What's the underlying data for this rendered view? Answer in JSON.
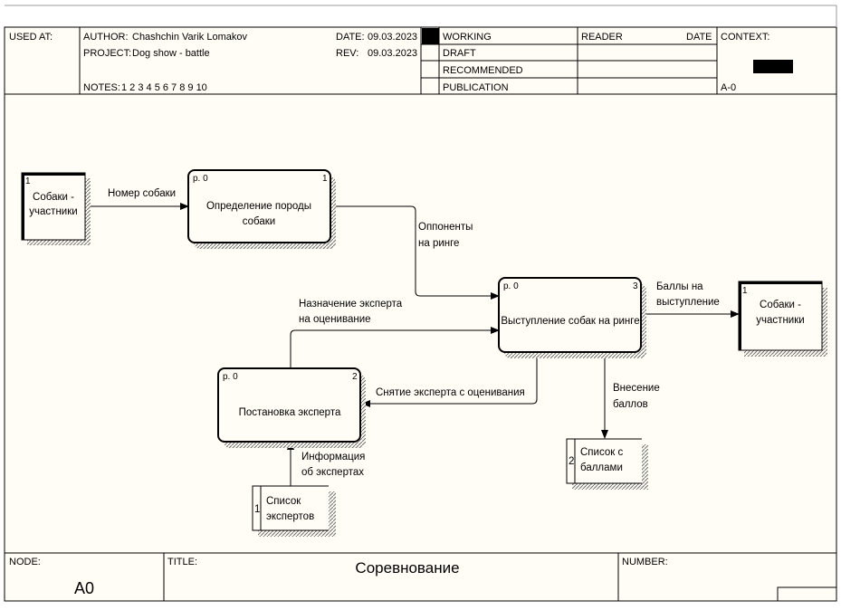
{
  "header": {
    "used_at_label": "USED AT:",
    "author_label": "AUTHOR:",
    "author_value": "Chashchin Varik Lomakov",
    "project_label": "PROJECT:",
    "project_value": "Dog show - battle",
    "notes_label": "NOTES:",
    "notes_value": "1  2  3  4  5  6  7  8  9  10",
    "date_label": "DATE:",
    "date_value": "09.03.2023",
    "rev_label": "REV:",
    "rev_value": "09.03.2023",
    "status": [
      "WORKING",
      "DRAFT",
      "RECOMMENDED",
      "PUBLICATION"
    ],
    "reader_label": "READER",
    "reader_date_label": "DATE",
    "context_label": "CONTEXT:",
    "context_node": "A-0"
  },
  "diagram": {
    "externals": [
      {
        "id": "ext-left",
        "num": "1",
        "line1": "Собаки -",
        "line2": "участники"
      },
      {
        "id": "ext-right",
        "num": "1",
        "line1": "Собаки -",
        "line2": "участники"
      }
    ],
    "processes": [
      {
        "id": "p1",
        "tag": "р. 0",
        "num": "1",
        "line1": "Определение породы",
        "line2": "собаки"
      },
      {
        "id": "p3",
        "tag": "р. 0",
        "num": "3",
        "line1": "Выступление собак на ринге",
        "line2": ""
      },
      {
        "id": "p2",
        "tag": "р. 0",
        "num": "2",
        "line1": "Постановка эксперта",
        "line2": ""
      }
    ],
    "stores": [
      {
        "id": "store-scores",
        "num": "2",
        "line1": "Список с",
        "line2": "баллами"
      },
      {
        "id": "store-experts",
        "num": "1",
        "line1": "Список",
        "line2": "экспертов"
      }
    ],
    "flows": {
      "dog_number": "Номер собаки",
      "opponents_1": "Оппоненты",
      "opponents_2": "на ринге",
      "assign_1": "Назначение эксперта",
      "assign_2": "на оценивание",
      "scores_out_1": "Баллы на",
      "scores_out_2": "выступление",
      "remove_expert": "Снятие эксперта с оценивания",
      "enter_scores_1": "Внесение",
      "enter_scores_2": "баллов",
      "expert_info_1": "Информация",
      "expert_info_2": "об экспертах"
    }
  },
  "footer": {
    "node_label": "NODE:",
    "node_value": "A0",
    "title_label": "TITLE:",
    "title_value": "Соревнование",
    "number_label": "NUMBER:"
  },
  "colors": {
    "background": "#fffdf5",
    "line": "#000000",
    "shadow": "#7a7a7a"
  }
}
